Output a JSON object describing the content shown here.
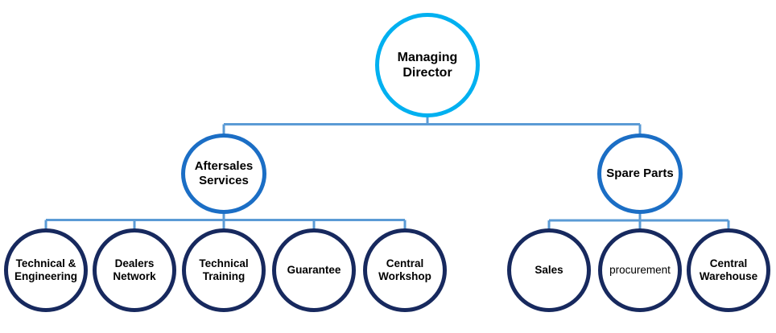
{
  "colors": {
    "level1_border": "#00B0F0",
    "level2_border": "#1B6EC5",
    "level3_border": "#17295E",
    "connector": "#5B9BD5",
    "text": "#000000",
    "background": "#FFFFFF"
  },
  "chart_data": {
    "type": "table",
    "title": "",
    "structure": "org-chart",
    "root": "Managing Director",
    "branches": [
      {
        "label": "Aftersales Services",
        "children": [
          "Technical & Engineering",
          "Dealers Network",
          "Technical Training",
          "Guarantee",
          "Central Workshop"
        ]
      },
      {
        "label": "Spare Parts",
        "children": [
          "Sales",
          "procurement",
          "Central Warehouse"
        ]
      }
    ]
  },
  "org": {
    "root": {
      "label": "Managing Director"
    },
    "branches": [
      {
        "label": "Aftersales Services",
        "children": [
          {
            "label": "Technical & Engineering"
          },
          {
            "label": "Dealers Network"
          },
          {
            "label": "Technical Training"
          },
          {
            "label": "Guarantee"
          },
          {
            "label": "Central Workshop"
          }
        ]
      },
      {
        "label": "Spare Parts",
        "children": [
          {
            "label": "Sales"
          },
          {
            "label": "procurement"
          },
          {
            "label": "Central Warehouse"
          }
        ]
      }
    ]
  }
}
